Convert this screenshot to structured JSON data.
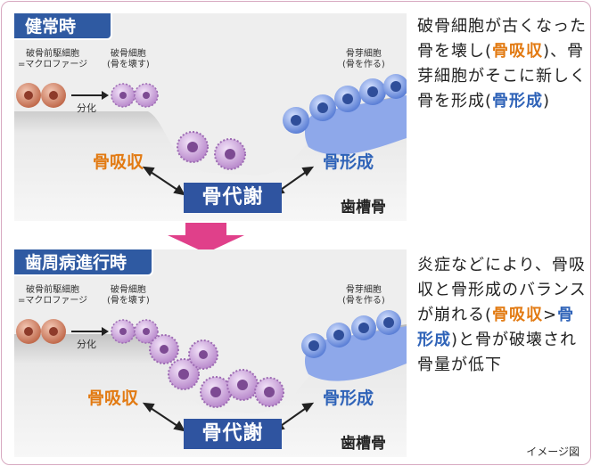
{
  "normal": {
    "title": "健常時",
    "pre_osteoclast_label": "破骨前駆細胞\n=マクロファージ",
    "osteoclast_label": "破骨細胞\n(骨を壊す)",
    "osteoblast_label": "骨芽細胞\n(骨を作る)",
    "differentiation_label": "分化",
    "resorption_label": "骨吸収",
    "formation_label": "骨形成",
    "metabolism_label": "骨代謝",
    "bone_label": "歯槽骨"
  },
  "disease": {
    "title": "歯周病進行時",
    "pre_osteoclast_label": "破骨前駆細胞\n=マクロファージ",
    "osteoclast_label": "破骨細胞\n(骨を壊す)",
    "osteoblast_label": "骨芽細胞\n(骨を作る)",
    "differentiation_label": "分化",
    "resorption_label": "骨吸収",
    "formation_label": "骨形成",
    "metabolism_label": "骨代謝",
    "bone_label": "歯槽骨"
  },
  "desc_normal": {
    "p1": "破骨細胞が古くなった骨を壊し(",
    "h1": "骨吸収",
    "p2": ")、骨芽細胞がそこに新しく骨を形成(",
    "h2": "骨形成",
    "p3": ")"
  },
  "desc_disease": {
    "p1": "炎症などにより、骨吸収と骨形成のバランスが崩れる(",
    "h1": "骨吸収",
    "p2": ">",
    "h2": "骨形成",
    "p3": ")と骨が破壊され骨量が低下"
  },
  "image_note": "イメージ図",
  "colors": {
    "title_bar": "#2f5aa2",
    "resorption": "#e27a12",
    "formation": "#2f63b8",
    "transition_arrow": "#e0408a",
    "osteoclast": "#c89ad9",
    "osteoblast": "#6b8fe0",
    "macrophage": "#d98a6a"
  }
}
